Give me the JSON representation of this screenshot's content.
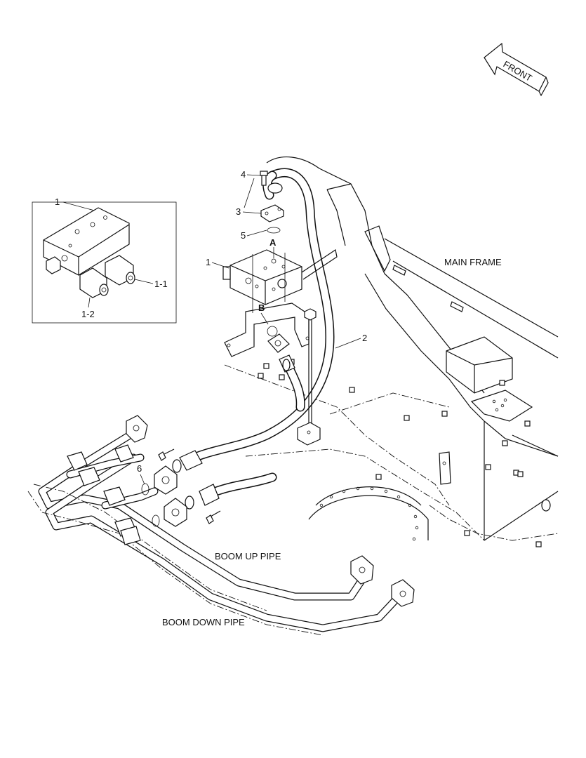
{
  "labels": {
    "front": "FRONT",
    "main_frame": "MAIN FRAME",
    "boom_up_pipe": "BOOM UP PIPE",
    "boom_down_pipe": "BOOM DOWN PIPE",
    "port_a": "A",
    "port_b": "B"
  },
  "callouts": {
    "inset_1": "1",
    "inset_1_1": "1-1",
    "inset_1_2": "1-2",
    "item_1": "1",
    "item_2": "2",
    "item_3": "3",
    "item_4": "4",
    "item_5": "5",
    "item_6": "6"
  }
}
